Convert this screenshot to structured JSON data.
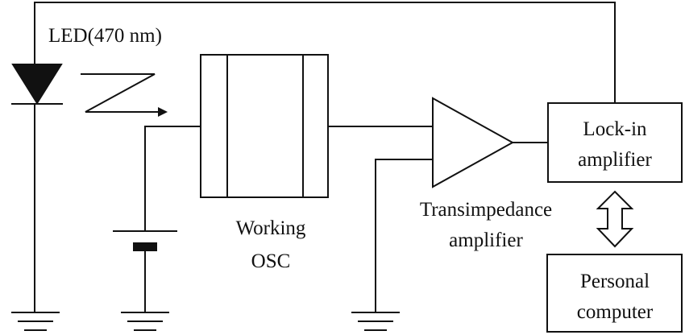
{
  "labels": {
    "led": "LED(470 nm)",
    "working_osc_line1": "Working",
    "working_osc_line2": "OSC",
    "tia_line1": "Transimpedance",
    "tia_line2": "amplifier",
    "lockin_line1": "Lock-in",
    "lockin_line2": "amplifier",
    "pc_line1": "Personal",
    "pc_line2": "computer"
  },
  "colors": {
    "line": "#111111",
    "background": "#ffffff"
  }
}
